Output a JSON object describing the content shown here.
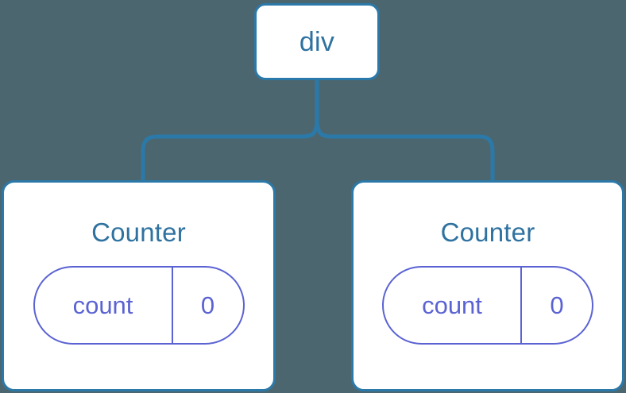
{
  "diagram": {
    "type": "component-tree",
    "background_color": "#4c6670",
    "node_border_color": "#2b79a8",
    "node_text_color": "#2f72a0",
    "state_color": "#5b63d3",
    "edge_color": "#2b79a8",
    "root": {
      "label": "div"
    },
    "children": [
      {
        "label": "Counter",
        "state": {
          "key": "count",
          "value": "0"
        }
      },
      {
        "label": "Counter",
        "state": {
          "key": "count",
          "value": "0"
        }
      }
    ]
  }
}
